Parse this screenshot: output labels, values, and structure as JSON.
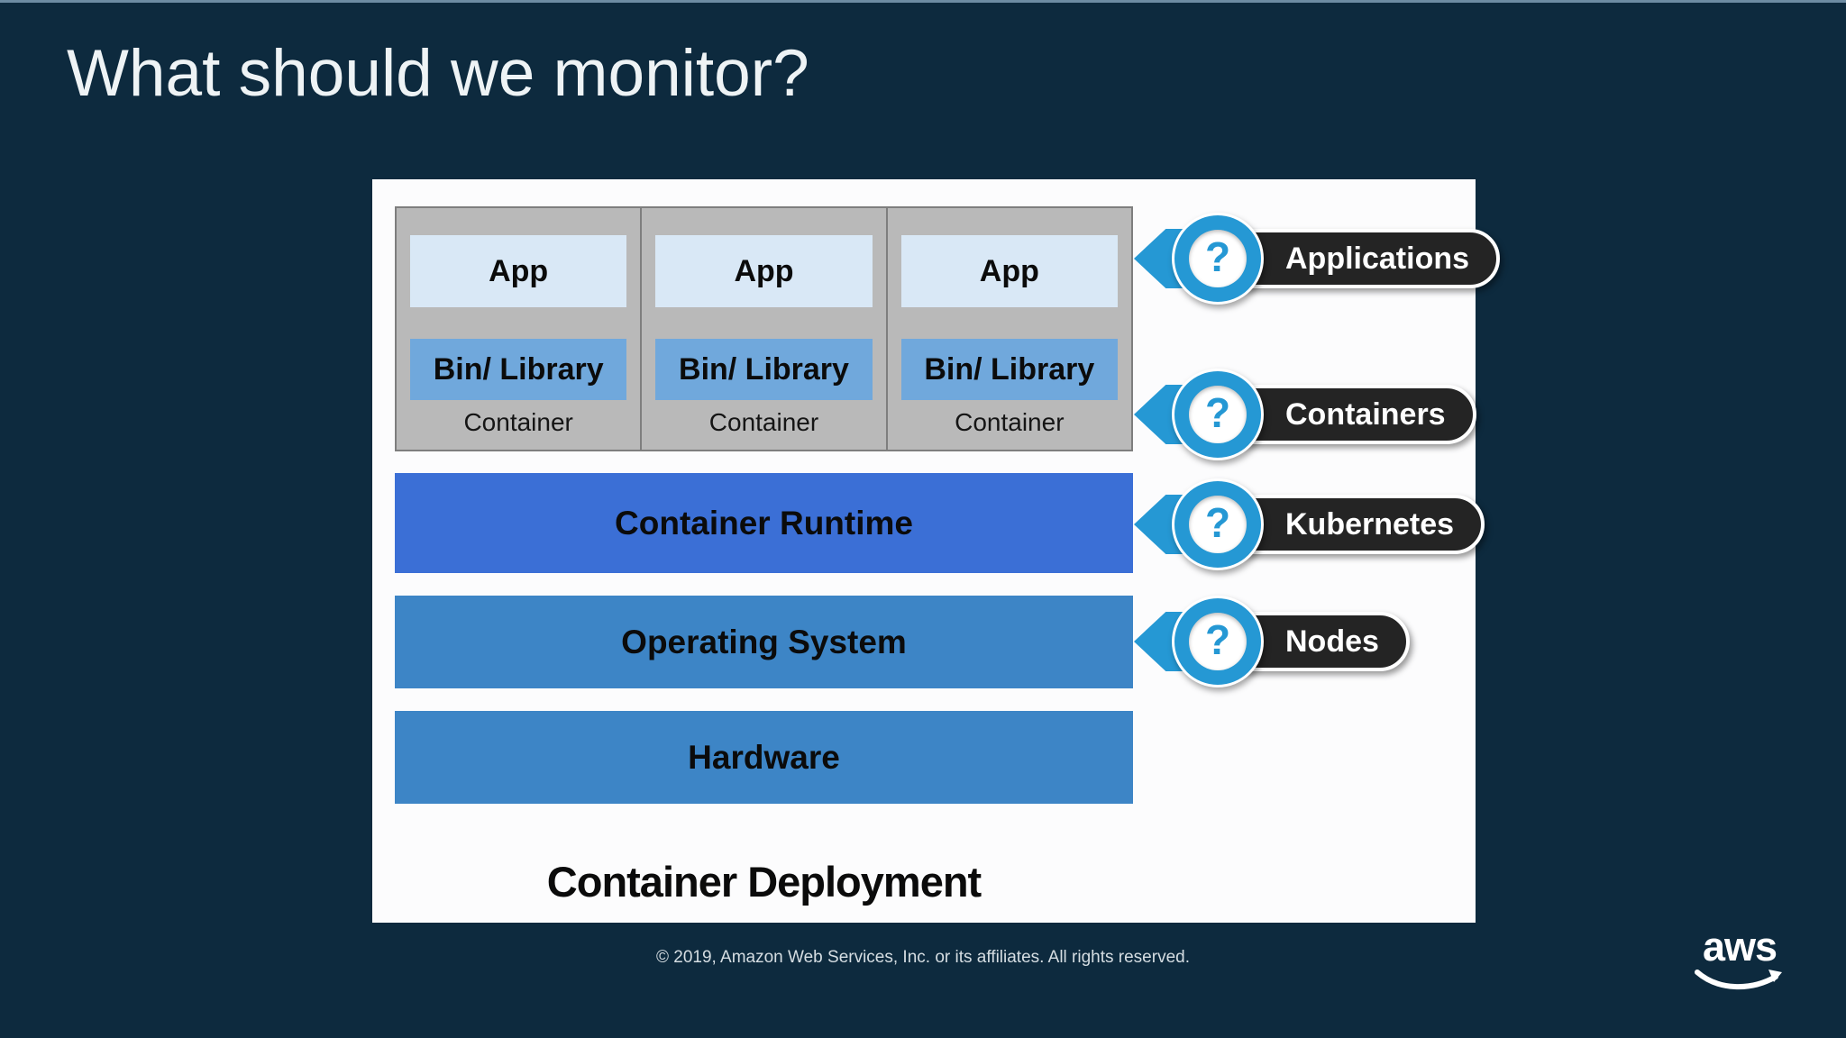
{
  "slide": {
    "title": "What should we monitor?",
    "footer": "© 2019, Amazon Web Services, Inc. or its affiliates. All rights reserved.",
    "logo_text": "aws"
  },
  "diagram": {
    "caption": "Container Deployment",
    "question_glyph": "?",
    "containers": [
      {
        "app": "App",
        "bin": "Bin/ Library",
        "label": "Container"
      },
      {
        "app": "App",
        "bin": "Bin/ Library",
        "label": "Container"
      },
      {
        "app": "App",
        "bin": "Bin/ Library",
        "label": "Container"
      }
    ],
    "layers": [
      {
        "label": "Container Runtime",
        "color": "#3b6fd6"
      },
      {
        "label": "Operating System",
        "color": "#3d85c6"
      },
      {
        "label": "Hardware",
        "color": "#3d85c6"
      }
    ],
    "callouts": [
      {
        "label": "Applications"
      },
      {
        "label": "Containers"
      },
      {
        "label": "Kubernetes"
      },
      {
        "label": "Nodes"
      }
    ]
  },
  "colors": {
    "background": "#0d2a3e",
    "panel": "#fcfcfd",
    "container_band": "#b9b9b9",
    "app_box": "#d9e8f6",
    "bin_box": "#70a8dc",
    "runtime_bar": "#3b6fd6",
    "os_hw_bar": "#3d85c6",
    "badge_blue": "#2598d4",
    "pill_dark": "#242424"
  }
}
